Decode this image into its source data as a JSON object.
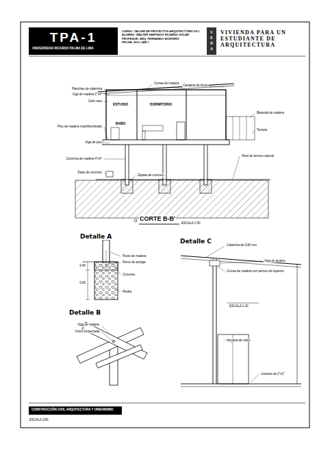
{
  "diagram": {
    "nodes": [
      {
        "text": [
          "TPA-1",
          "UNIVERSIDAD RICARDO PALMA DE LIMA"
        ]
      },
      {
        "text": [
          "CURSO: TALLER DE PROYECTOS ARQUITECTÓNICOS 1",
          "ALUMNO: WALTER SANTIAGO RICARDO SOLAR",
          "PROFESOR: ARQ. FERNANDO MONTERO",
          "FECHA: 2011 LÁM 1"
        ]
      },
      {
        "text": [
          "VERA"
        ]
      },
      {
        "text": [
          "VIVIENDA PARA UN ESTUDIANTE DE ARQUITECTURA"
        ]
      },
      {
        "text": [
          "CONSTRUCCIÓN CIVIL ARQUITECTURA Y URBANISMO"
        ]
      }
    ],
    "labels": [
      "Planchas de calamina",
      "Viga de madera 2\"x4\"",
      "Correa de madera",
      "Cielo raso",
      "ESTUDIO",
      "BAÑO",
      "DORMITORIO",
      "Canaleta de lluvia",
      "Baranda de madera",
      "Terraza",
      "Piso de madera machihembrado",
      "Viga de piso",
      "Columna de madera 4\"x4\"",
      "Dado de concreto",
      "Nivel de terreno natural",
      "Zapata de concreto",
      "CORTE B-B'",
      "ESCALA 1:50",
      "Detalle A",
      "Poste de madera",
      "Perno de anclaje",
      "Concreto",
      "Piedra",
      "0.60",
      "0.40",
      "Detalle B",
      "Viga de madera",
      "Unión empernada",
      "Detalle C",
      "Calamina de 0.80 mm",
      "Viga de amarre",
      "Correa de madera con pernos de sujeción",
      "ESCALA 1:10",
      "Ventana de vidrio",
      "Listones de 2\"x2\"",
      "ESCALA 1/50"
    ]
  }
}
